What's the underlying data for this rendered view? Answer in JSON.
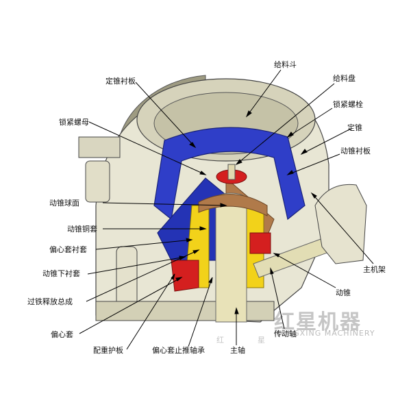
{
  "diagram": {
    "labels": {
      "feed_hopper": "给料斗",
      "feed_plate": "给料盘",
      "fixed_cone_liner": "定锥衬板",
      "lock_bolt": "锁紧螺栓",
      "lock_nut": "锁紧螺母",
      "fixed_cone": "定锥",
      "moving_cone_liner": "动锥衬板",
      "moving_cone_sphere": "动锥球面",
      "moving_cone_bushing": "动锥铜套",
      "eccentric_bushing_liner": "偏心套衬套",
      "moving_cone_lower_bushing": "动锥下衬套",
      "main_frame": "主机架",
      "moving_cone": "动锥",
      "tramp_release_assembly": "过铁释放总成",
      "eccentric_sleeve": "偏心套",
      "drive_shaft": "传动轴",
      "counterweight_guard": "配重护板",
      "eccentric_thrust_bearing": "偏心套止推轴承",
      "main_shaft": "主轴"
    },
    "watermark": {
      "cn": "红星机器",
      "en": "HONGXING MACHINERY",
      "small_left": "红",
      "small_right": "星"
    },
    "colors": {
      "frame": "#e8e6d4",
      "frame_shade": "#b9b69c",
      "liner_blue": "#2f3ec8",
      "liner_dark": "#1a237a",
      "red": "#d41f1f",
      "yellow": "#f2d21a",
      "brown": "#b07a4a",
      "shaft": "#e8e2b8"
    }
  }
}
